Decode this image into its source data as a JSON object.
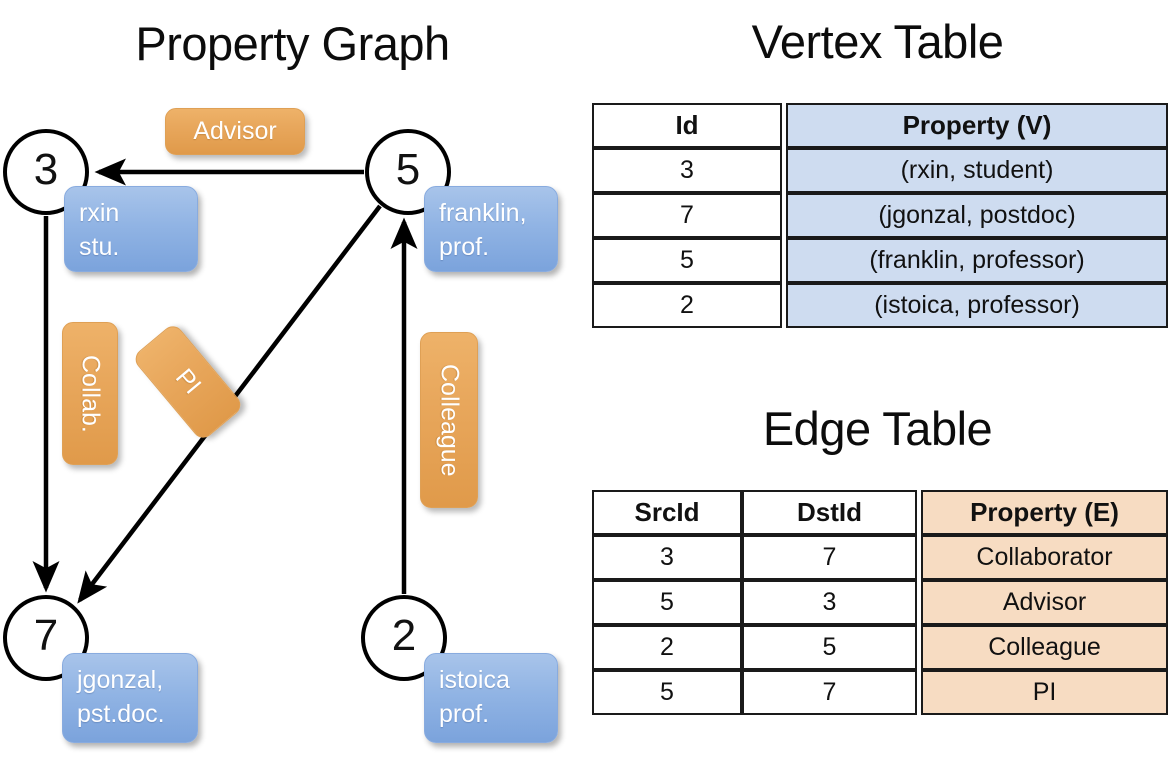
{
  "titles": {
    "property_graph": "Property Graph",
    "vertex_table": "Vertex Table",
    "edge_table": "Edge Table"
  },
  "graph": {
    "vertices": [
      {
        "id": "3",
        "prop_line1": "rxin",
        "prop_line2": "stu."
      },
      {
        "id": "5",
        "prop_line1": "franklin,",
        "prop_line2": "prof."
      },
      {
        "id": "7",
        "prop_line1": "jgonzal,",
        "prop_line2": "pst.doc."
      },
      {
        "id": "2",
        "prop_line1": "istoica",
        "prop_line2": "prof."
      }
    ],
    "edge_labels": [
      {
        "name": "advisor",
        "text": "Advisor"
      },
      {
        "name": "collab",
        "text": "Collab."
      },
      {
        "name": "pi",
        "text": "PI"
      },
      {
        "name": "colleague",
        "text": "Colleague"
      }
    ]
  },
  "vertex_table": {
    "headers": [
      "Id",
      "Property (V)"
    ],
    "rows": [
      {
        "id": "3",
        "property": "(rxin, student)"
      },
      {
        "id": "7",
        "property": "(jgonzal, postdoc)"
      },
      {
        "id": "5",
        "property": "(franklin, professor)"
      },
      {
        "id": "2",
        "property": "(istoica, professor)"
      }
    ]
  },
  "edge_table": {
    "headers": [
      "SrcId",
      "DstId",
      "Property (E)"
    ],
    "rows": [
      {
        "src": "3",
        "dst": "7",
        "property": "Collaborator"
      },
      {
        "src": "5",
        "dst": "3",
        "property": "Advisor"
      },
      {
        "src": "2",
        "dst": "5",
        "property": "Colleague"
      },
      {
        "src": "5",
        "dst": "7",
        "property": "PI"
      }
    ]
  },
  "colors": {
    "vertex_property_fill": "#cedcf0",
    "edge_property_fill": "#f7dcc2",
    "node_box_blue": "#91b4e4",
    "edge_chip_orange": "#e8a75c",
    "stroke": "#000000"
  }
}
